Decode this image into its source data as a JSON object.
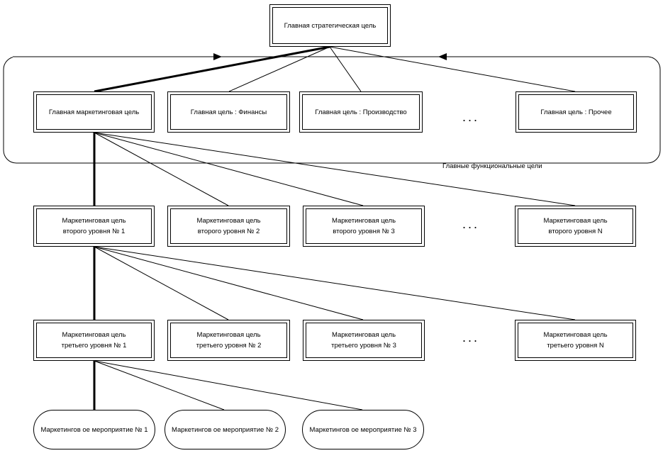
{
  "top": {
    "label": "Главная стратегическая цель"
  },
  "functional": {
    "caption": "Главные функциональные цели",
    "items": [
      {
        "label": "Главная маркетинговая цель"
      },
      {
        "label": "Главная цель : Финансы"
      },
      {
        "label": "Главная цель : Производство"
      },
      {
        "label": "Главная цель : Прочее"
      }
    ],
    "ellipsis": "..."
  },
  "level2": {
    "items": [
      {
        "label": "Маркетинговая цель\nвторого уровня № 1"
      },
      {
        "label": "Маркетинговая цель\nвторого уровня № 2"
      },
      {
        "label": "Маркетинговая цель\nвторого уровня № 3"
      },
      {
        "label": "Маркетинговая цель\nвторого уровня  N"
      }
    ],
    "ellipsis": "..."
  },
  "level3": {
    "items": [
      {
        "label": "Маркетинговая цель\nтретьего уровня № 1"
      },
      {
        "label": "Маркетинговая цель\nтретьего уровня № 2"
      },
      {
        "label": "Маркетинговая цель\nтретьего уровня № 3"
      },
      {
        "label": "Маркетинговая цель\nтретьего уровня  N"
      }
    ],
    "ellipsis": "..."
  },
  "events": {
    "items": [
      {
        "label": "Маркетингов ое мероприятие № 1"
      },
      {
        "label": "Маркетингов ое мероприятие № 2"
      },
      {
        "label": "Маркетингов ое мероприятие № 3"
      }
    ]
  }
}
